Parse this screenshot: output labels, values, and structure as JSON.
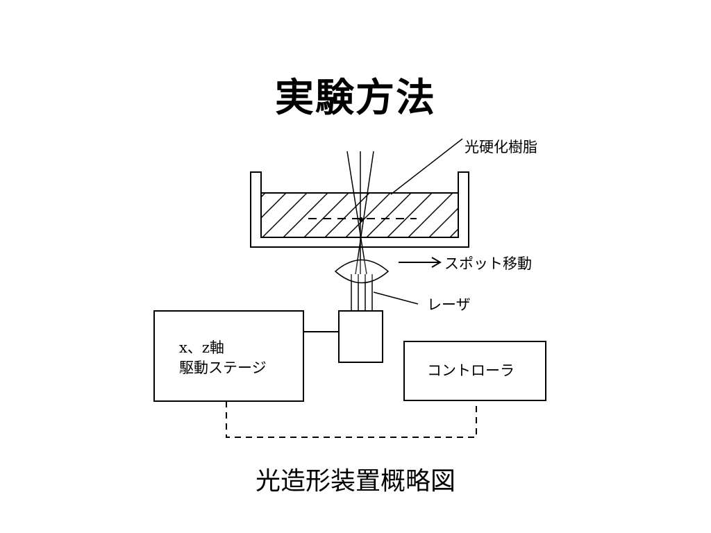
{
  "slide": {
    "title": "実験方法",
    "caption": "光造形装置概略図"
  },
  "diagram": {
    "resin_label": "光硬化樹脂",
    "spot_label": "スポット移動",
    "laser_label": "レーザ",
    "stage_label_line1": "x、z軸",
    "stage_label_line2": "駆動ステージ",
    "controller_label": "コントローラ"
  }
}
